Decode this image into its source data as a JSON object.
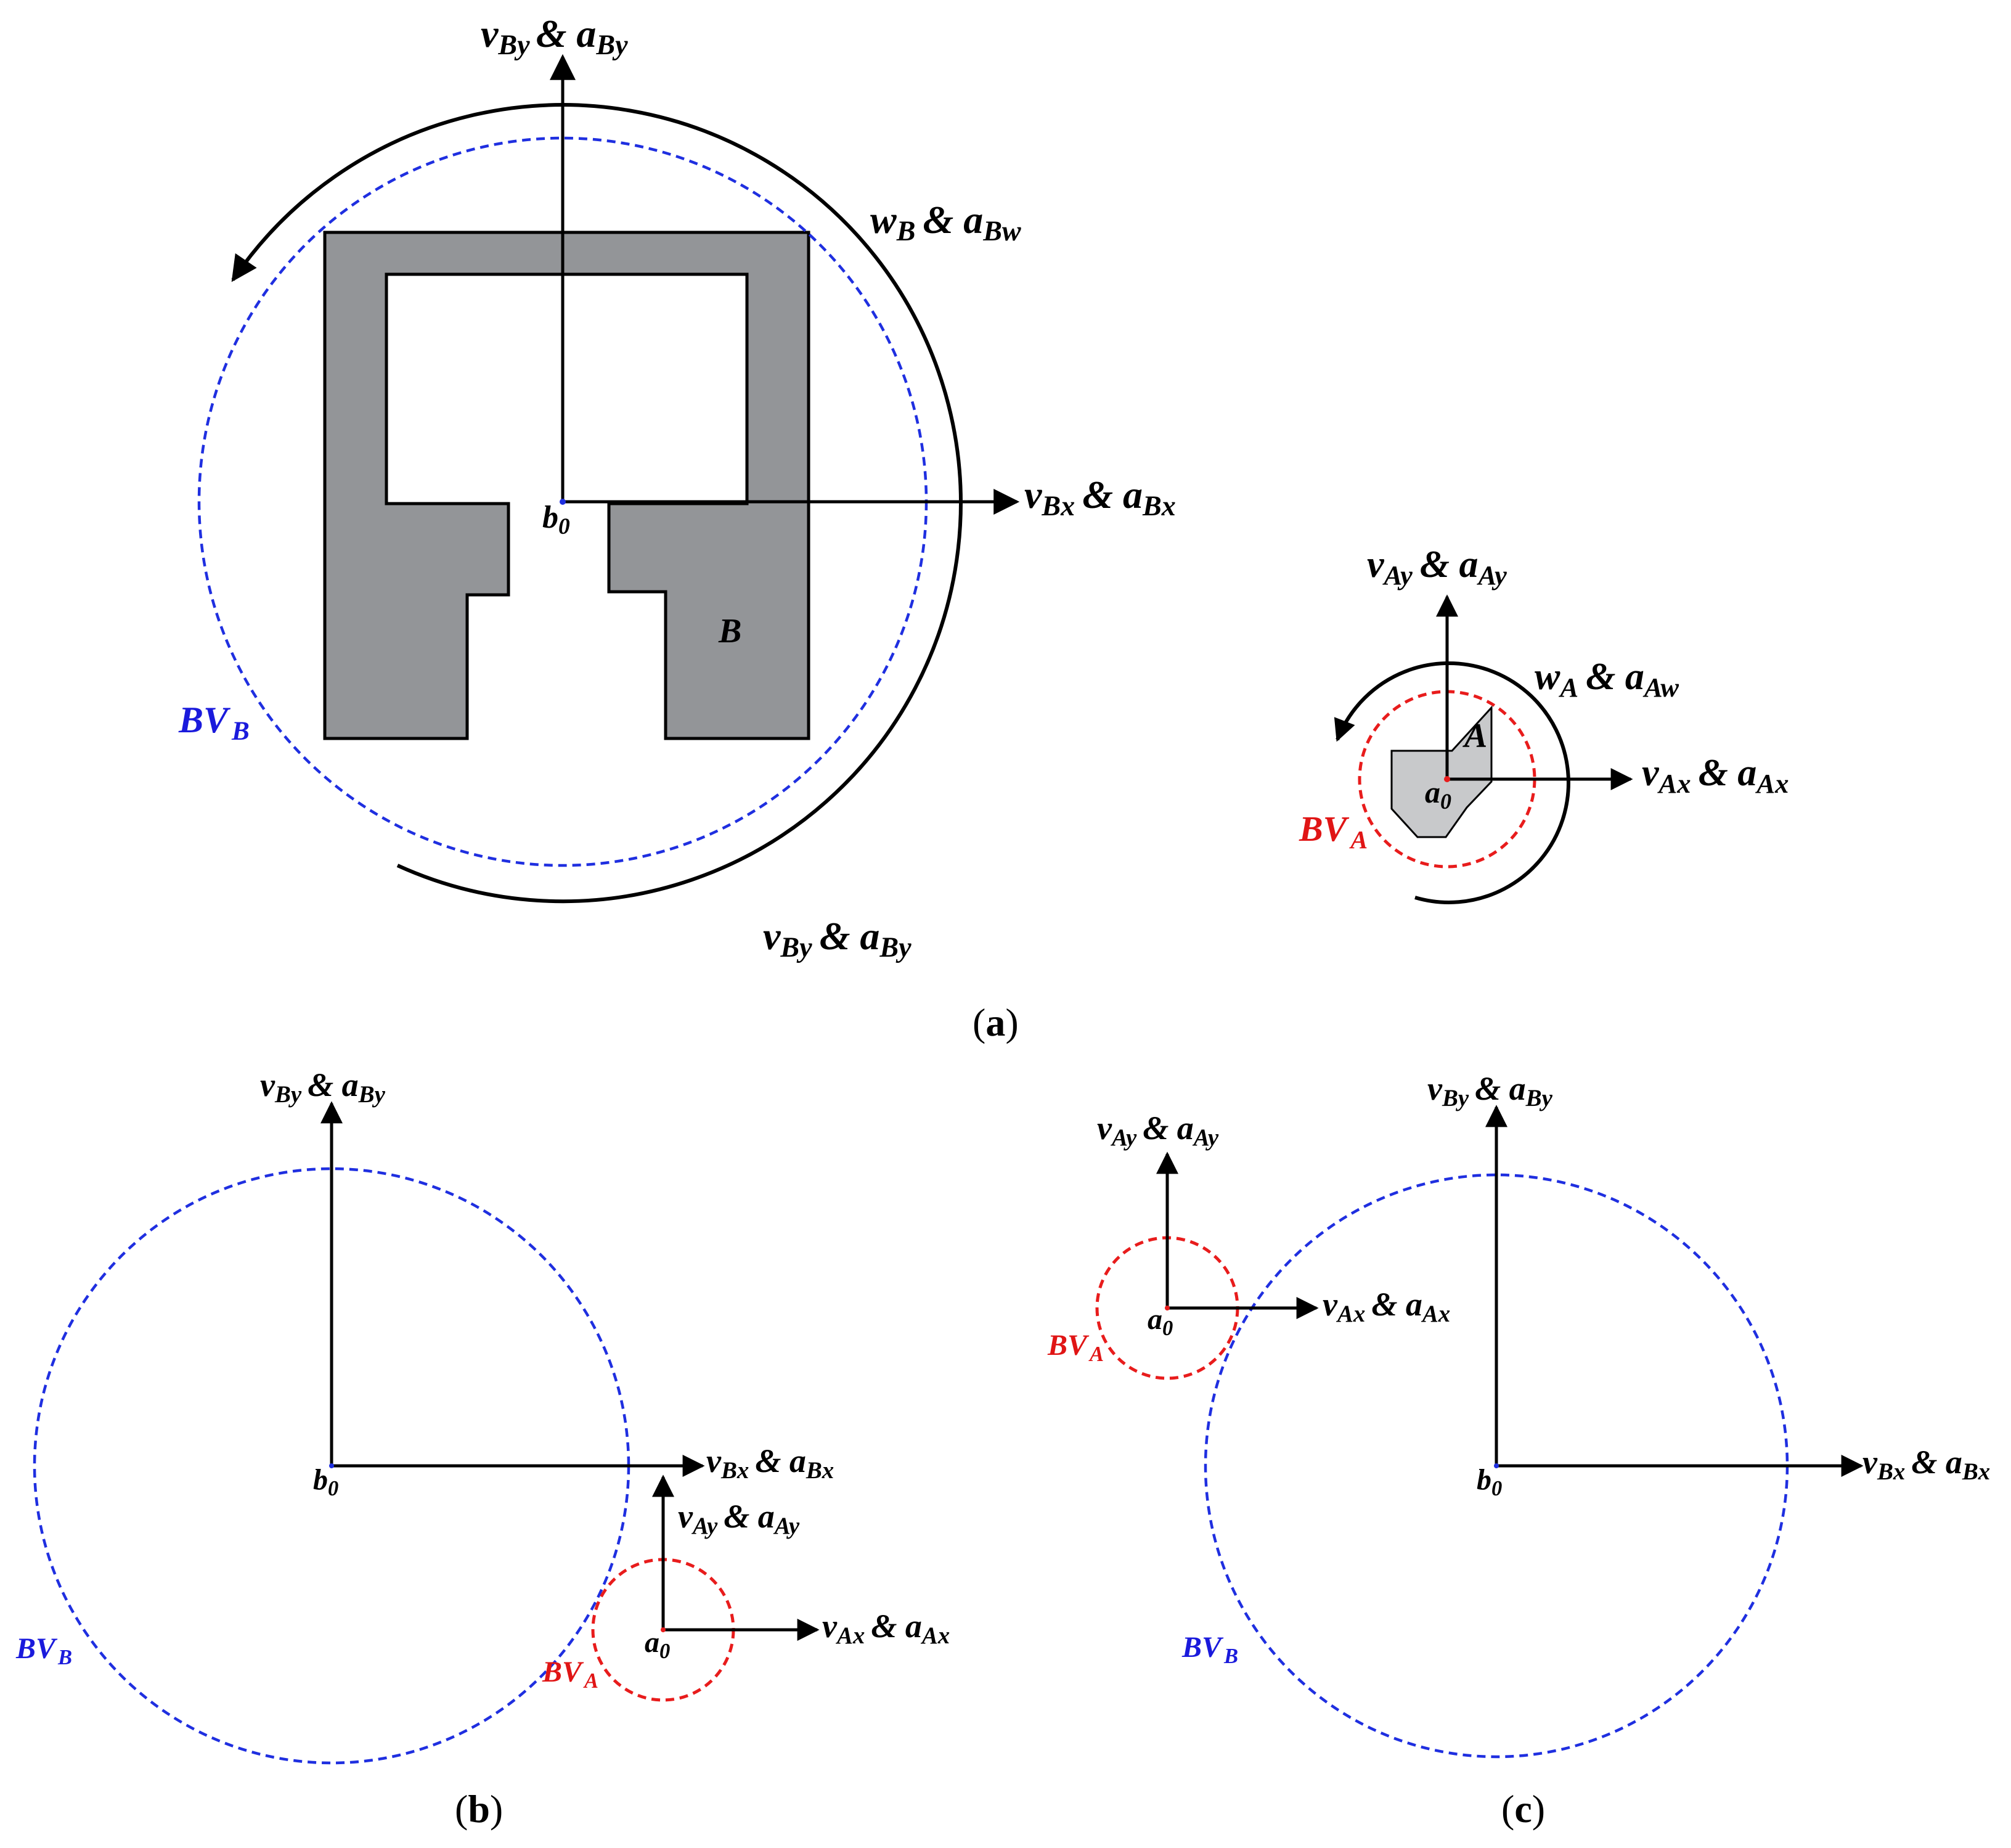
{
  "panel_a": {
    "caption_open": "(",
    "caption_letter": "a",
    "caption_close": ")",
    "vBy_top": {
      "base": "v",
      "sub": "By",
      "amp": "& a",
      "sub2": "By"
    },
    "vBx": {
      "base": "v",
      "sub": "Bx",
      "amp": "& a",
      "sub2": "Bx"
    },
    "wB": {
      "base": "w",
      "sub": "B",
      "amp": "& a",
      "sub2": "Bw"
    },
    "vBy_bottom": {
      "base": "v",
      "sub": "By",
      "amp": "& a",
      "sub2": "By"
    },
    "b0": {
      "base": "b",
      "sub": "0"
    },
    "B": "B",
    "BVB": {
      "base": "BV",
      "sub": "B"
    },
    "vAy": {
      "base": "v",
      "sub": "Ay",
      "amp": "& a",
      "sub2": "Ay"
    },
    "wA": {
      "base": "w",
      "sub": "A",
      "amp": "& a",
      "sub2": "Aw"
    },
    "vAx": {
      "base": "v",
      "sub": "Ax",
      "amp": "& a",
      "sub2": "Ax"
    },
    "A": "A",
    "a0": {
      "base": "a",
      "sub": "0"
    },
    "BVA": {
      "base": "BV",
      "sub": "A"
    }
  },
  "panel_b": {
    "caption_open": "(",
    "caption_letter": "b",
    "caption_close": ")",
    "vBy": {
      "base": "v",
      "sub": "By",
      "amp": "& a",
      "sub2": "By"
    },
    "vBx": {
      "base": "v",
      "sub": "Bx",
      "amp": "& a",
      "sub2": "Bx"
    },
    "b0": {
      "base": "b",
      "sub": "0"
    },
    "vAy": {
      "base": "v",
      "sub": "Ay",
      "amp": "& a",
      "sub2": "Ay"
    },
    "vAx": {
      "base": "v",
      "sub": "Ax",
      "amp": "& a",
      "sub2": "Ax"
    },
    "a0": {
      "base": "a",
      "sub": "0"
    },
    "BVB": {
      "base": "BV",
      "sub": "B"
    },
    "BVA": {
      "base": "BV",
      "sub": "A"
    }
  },
  "panel_c": {
    "caption_open": "(",
    "caption_letter": "c",
    "caption_close": ")",
    "vBy": {
      "base": "v",
      "sub": "By",
      "amp": "& a",
      "sub2": "By"
    },
    "vBx": {
      "base": "v",
      "sub": "Bx",
      "amp": "& a",
      "sub2": "Bx"
    },
    "b0": {
      "base": "b",
      "sub": "0"
    },
    "vAy": {
      "base": "v",
      "sub": "Ay",
      "amp": "& a",
      "sub2": "Ay"
    },
    "vAx": {
      "base": "v",
      "sub": "Ax",
      "amp": "& a",
      "sub2": "Ax"
    },
    "a0": {
      "base": "a",
      "sub": "0"
    },
    "BVB": {
      "base": "BV",
      "sub": "B"
    },
    "BVA": {
      "base": "BV",
      "sub": "A"
    }
  },
  "colors": {
    "bounding_volume_B": "#1f2fe0",
    "bounding_volume_A": "#e81c1c",
    "object_B_fill": "#939598",
    "object_A_fill": "#c8c9cb"
  }
}
